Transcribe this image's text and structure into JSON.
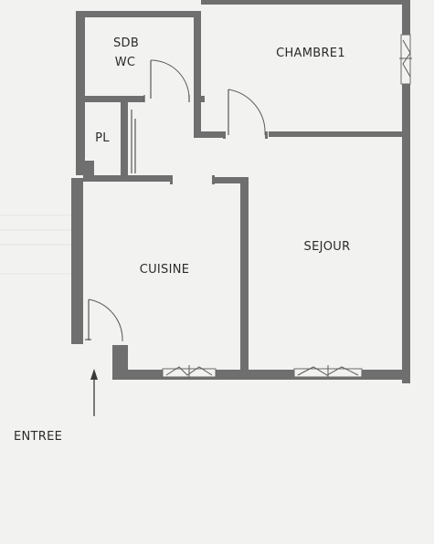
{
  "floor_plan": {
    "rooms": [
      {
        "id": "sdb",
        "label_lines": [
          "SDB",
          "WC"
        ]
      },
      {
        "id": "chambre1",
        "label_lines": [
          "CHAMBRE1"
        ]
      },
      {
        "id": "pl",
        "label_lines": [
          "PL"
        ]
      },
      {
        "id": "cuisine",
        "label_lines": [
          "CUISINE"
        ]
      },
      {
        "id": "sejour",
        "label_lines": [
          "SEJOUR"
        ]
      }
    ],
    "entrance": {
      "label": "ENTREE"
    }
  },
  "colors": {
    "wall": "#6f6f6f",
    "paper": "#f2f2f0",
    "text": "#2b2b2b"
  }
}
